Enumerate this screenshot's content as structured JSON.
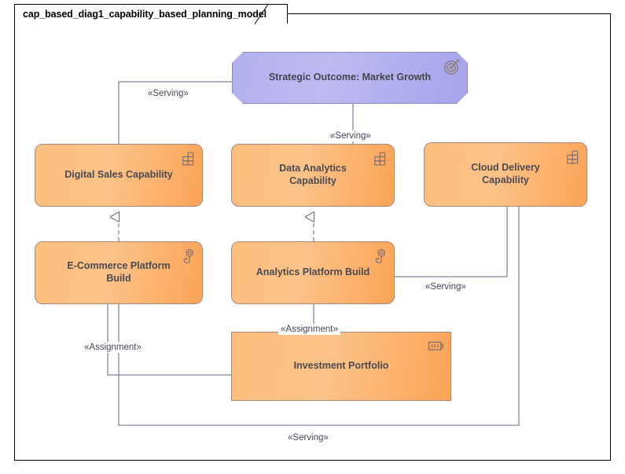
{
  "diagram": {
    "tab_title": "cap_based_diag1_capability_based_planning_model",
    "canvas_bg": "#ffffff",
    "frame_border": "#000000",
    "connector_color": "#5b6482",
    "element_fill": "#fbbf7e",
    "element_border": "#a38a7e",
    "outcome_fill": "#b3b0ef",
    "outcome_border": "#8f85ae",
    "label_color": "#4a4a52"
  },
  "nodes": [
    {
      "id": "strategic-outcome",
      "label": "Strategic Outcome: Market Growth",
      "type": "outcome",
      "icon": "target-outcome-icon"
    },
    {
      "id": "digital-sales-capability",
      "label": "Digital Sales Capability",
      "type": "capability",
      "icon": "capability-blocks-icon"
    },
    {
      "id": "data-analytics-capability",
      "label": "Data Analytics Capability",
      "type": "capability",
      "icon": "capability-blocks-icon"
    },
    {
      "id": "cloud-delivery-capability",
      "label": "Cloud Delivery Capability",
      "type": "capability",
      "icon": "capability-blocks-icon"
    },
    {
      "id": "ecommerce-platform-build",
      "label": "E-Commerce Platform Build",
      "type": "work-package",
      "icon": "work-package-icon"
    },
    {
      "id": "analytics-platform-build",
      "label": "Analytics Platform Build",
      "type": "work-package",
      "icon": "work-package-icon"
    },
    {
      "id": "investment-portfolio",
      "label": "Investment Portfolio",
      "type": "resource",
      "icon": "resource-battery-icon"
    }
  ],
  "edges": [
    {
      "id": "serving-digital-sales-to-outcome",
      "label": "«Serving»",
      "from": "digital-sales-capability",
      "to": "strategic-outcome",
      "style": "solid"
    },
    {
      "id": "serving-data-analytics-to-outcome",
      "label": "«Serving»",
      "from": "data-analytics-capability",
      "to": "strategic-outcome",
      "style": "solid"
    },
    {
      "id": "realization-ecommerce-to-digital-sales",
      "label": "",
      "from": "ecommerce-platform-build",
      "to": "digital-sales-capability",
      "style": "dashed-triangle"
    },
    {
      "id": "realization-analytics-to-data-analytics",
      "label": "",
      "from": "analytics-platform-build",
      "to": "data-analytics-capability",
      "style": "dashed-triangle"
    },
    {
      "id": "serving-cloud-delivery-to-analytics-build",
      "label": "«Serving»",
      "from": "cloud-delivery-capability",
      "to": "analytics-platform-build",
      "style": "solid"
    },
    {
      "id": "assignment-investment-to-ecommerce",
      "label": "«Assignment»",
      "from": "investment-portfolio",
      "to": "ecommerce-platform-build",
      "style": "solid"
    },
    {
      "id": "assignment-investment-to-analytics",
      "label": "«Assignment»",
      "from": "investment-portfolio",
      "to": "analytics-platform-build",
      "style": "solid"
    },
    {
      "id": "serving-cloud-delivery-to-ecommerce",
      "label": "«Serving»",
      "from": "cloud-delivery-capability",
      "to": "ecommerce-platform-build",
      "style": "solid"
    }
  ]
}
